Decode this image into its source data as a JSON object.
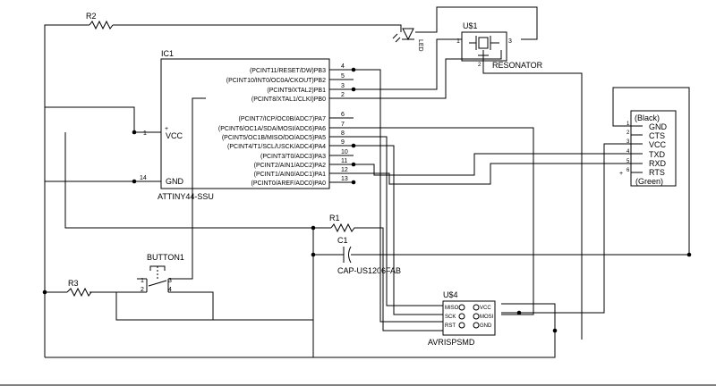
{
  "colors": {
    "background": "#ffffff",
    "ink": "#000000"
  },
  "ic1": {
    "name": "IC1",
    "value": "ATTINY44-SSU",
    "vcc_pin": "1",
    "vcc_label": "VCC",
    "plus": "+",
    "gnd_pin": "14",
    "gnd_label": "GND",
    "right_pins": [
      {
        "num": "4",
        "label": "(PCINT11/RESET/DW)PB3"
      },
      {
        "num": "5",
        "label": "(PCINT10/INT0/OC0A/CKOUT)PB2"
      },
      {
        "num": "3",
        "label": "(PCINT9/XTAL2)PB1"
      },
      {
        "num": "2",
        "label": "(PCINT8/XTAL1/CLKI)PB0"
      },
      {
        "num": "6",
        "label": "(PCINT7/ICP/OC0B/ADC7)PA7"
      },
      {
        "num": "7",
        "label": "(PCINT6/OC1A/SDA/MOSI/ADC6)PA6"
      },
      {
        "num": "8",
        "label": "(PCINT5/OC1B/MISO/DO/ADC5)PA5"
      },
      {
        "num": "9",
        "label": "(PCINT4/T1/SCL/USCK/ADC4)PA4"
      },
      {
        "num": "10",
        "label": "(PCINT3/T0/ADC3)PA3"
      },
      {
        "num": "11",
        "label": "(PCINT2/AIN1/ADC2)PA2"
      },
      {
        "num": "12",
        "label": "(PCINT1/AIN0/ADC1)PA1"
      },
      {
        "num": "13",
        "label": "(PCINT0/AREF/ADC0)PA0"
      }
    ]
  },
  "r2": {
    "name": "R2"
  },
  "r1": {
    "name": "R1"
  },
  "r3": {
    "name": "R3"
  },
  "led": {
    "name": "LED"
  },
  "c1": {
    "name": "C1",
    "value": "CAP-US1206FAB"
  },
  "button": {
    "name": "BUTTON1",
    "pins": [
      "1",
      "2",
      "3",
      "4"
    ]
  },
  "resonator": {
    "name": "U$1",
    "value": "RESONATOR",
    "pins": [
      "1",
      "2",
      "3"
    ]
  },
  "ftdi": {
    "top": "(Black)",
    "bottom": "(Green)",
    "labels": [
      "GND",
      "CTS",
      "VCC",
      "TXD",
      "RXD",
      "RTS"
    ],
    "pins": [
      "1",
      "2",
      "3",
      "4",
      "5",
      "6"
    ],
    "plus": "+"
  },
  "isp": {
    "name": "U$4",
    "value": "AVRISPSMD",
    "left": [
      "MISO",
      "SCK",
      "RST"
    ],
    "right": [
      "VCC",
      "MOSI",
      "GND"
    ]
  }
}
